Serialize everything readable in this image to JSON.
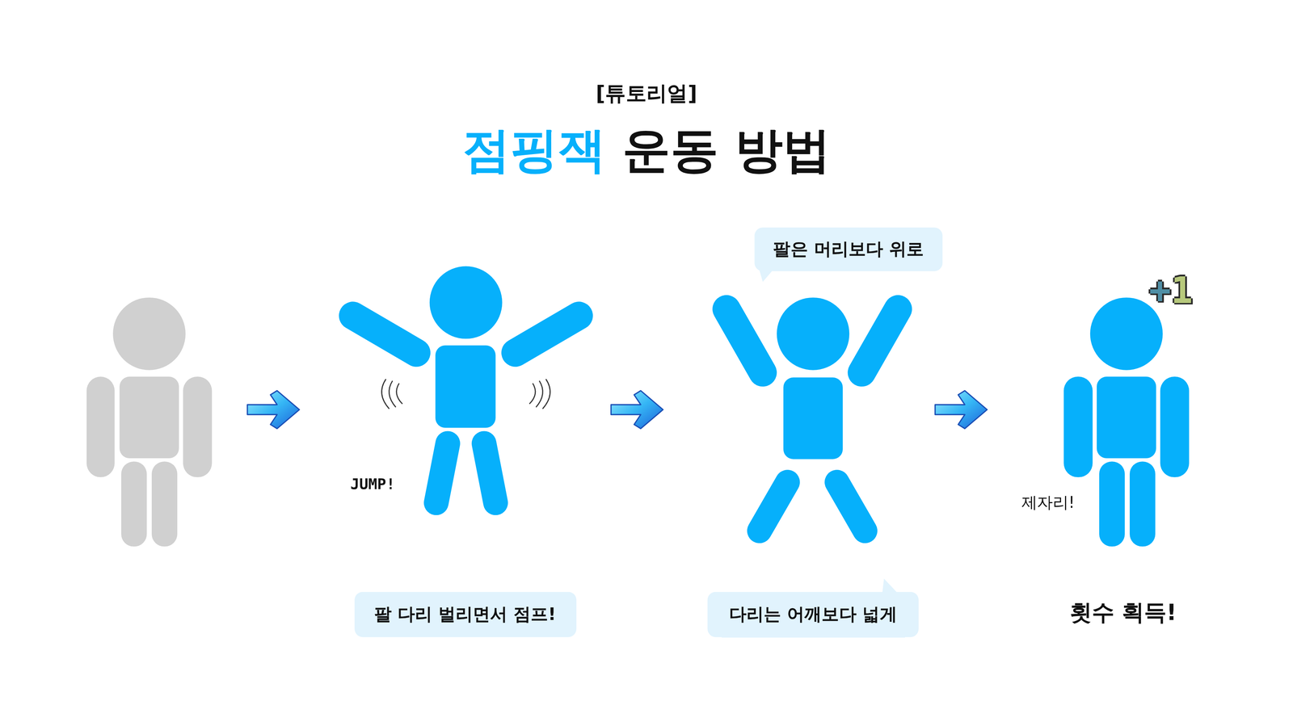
{
  "diagram": {
    "title": "점핑잭 운동 방법",
    "nodes": [
      {
        "text": [
          "팔은 머리보다 위로"
        ]
      },
      {
        "text": [
          "팔 다리 벌리면서 점프!"
        ]
      },
      {
        "text": [
          "다리는 어깨보다 넓게"
        ]
      }
    ],
    "labels": [
      "[튜토리얼]",
      "+1",
      "JUMP!",
      "제자리!",
      "횟수 획득!"
    ]
  }
}
